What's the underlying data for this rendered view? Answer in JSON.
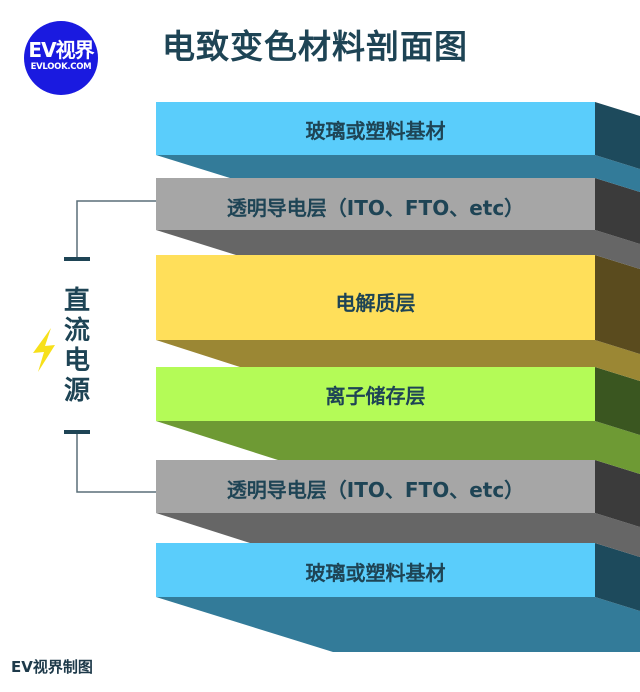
{
  "logo": {
    "line1": "EV视界",
    "line2": "EVLOOK.COM",
    "color": "#1a1ae0"
  },
  "title": "电致变色材料剖面图",
  "power_source": {
    "label": "直流电源",
    "icon": "lightning-bolt-icon"
  },
  "layers": [
    {
      "label": "玻璃或塑料基材",
      "front": "#5acdfb",
      "side": "#1d4a5c",
      "bottom": "#337b99"
    },
    {
      "label": "透明导电层（ITO、FTO、etc）",
      "front": "#a6a6a6",
      "side": "#3b3b3b",
      "bottom": "#666666"
    },
    {
      "label": "电解质层",
      "front": "#ffdf5a",
      "side": "#5a4b1e",
      "bottom": "#9b8734"
    },
    {
      "label": "离子储存层",
      "front": "#b4fb57",
      "side": "#3a5620",
      "bottom": "#6e9a34"
    },
    {
      "label": "透明导电层（ITO、FTO、etc）",
      "front": "#a6a6a6",
      "side": "#3b3b3b",
      "bottom": "#666666"
    },
    {
      "label": "玻璃或塑料基材",
      "front": "#5acdfb",
      "side": "#1d4a5c",
      "bottom": "#337b99"
    }
  ],
  "footer": "EV视界制图"
}
